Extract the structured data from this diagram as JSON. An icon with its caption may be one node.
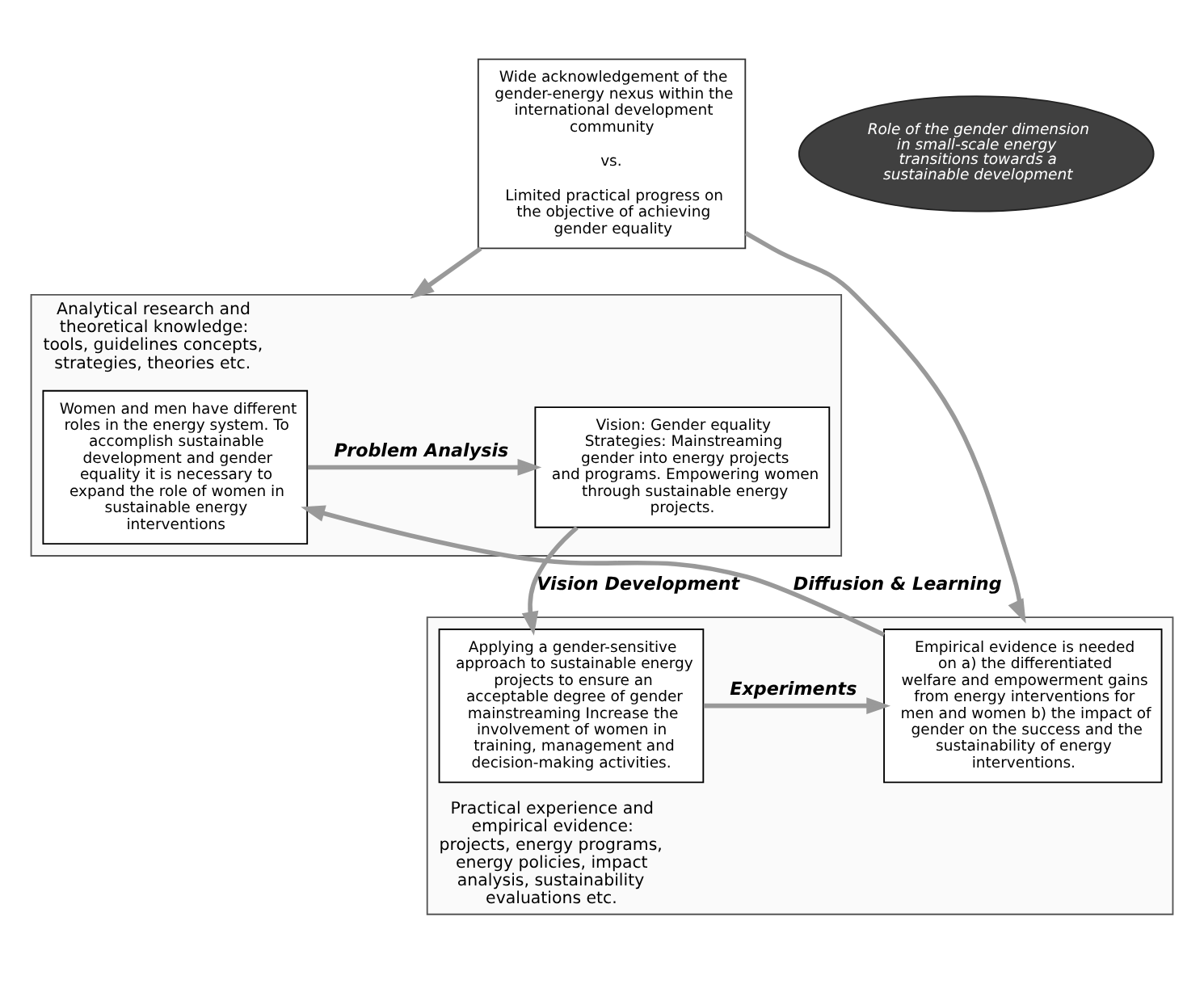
{
  "diagram": {
    "nodes": [
      {
        "text": [
          "Analytical research and theoretical knowledge: tools, guidelines concepts, strategies, theories etc."
        ]
      },
      {
        "text": [
          "Practical experience and empirical evidence: projects, energy programs, energy policies, impact analysis, sustainability evaluations etc."
        ]
      },
      {
        "text": [
          "Wide acknowledgement of the gender-energy nexus within the international development community",
          "vs.",
          "Limited practical progress on the objective of achieving gender equality"
        ]
      },
      {
        "text": [
          "Women and men have different roles in the energy system. To accomplish sustainable development and gender equality it is necessary to expand the role of women in sustainable energy interventions"
        ],
        "in": 0
      },
      {
        "text": [
          "Vision: Gender equality Strategies: Mainstreaming gender into energy projects and programs. Empowering women through sustainable energy projects."
        ],
        "in": 0
      },
      {
        "text": [
          "Empirical evidence is needed on a) the differentiated welfare and empowerment gains from energy interventions for men and women b) the impact of gender on the success and the sustainability of energy interventions."
        ],
        "in": 1
      },
      {
        "text": [
          "Applying a gender-sensitive approach to sustainable energy projects to ensure an acceptable degree of gender mainstreaming Increase the involvement of women in training, management and decision-making activities."
        ],
        "in": 1
      },
      {
        "text": [
          "Role of the gender dimension in small-scale energy transitions towards a sustainable development"
        ]
      }
    ],
    "edges": [
      {
        "from": 3,
        "to": 4,
        "arrow": "to",
        "label": "Problem Analysis"
      },
      {
        "from": 4,
        "to": 6,
        "arrow": "to",
        "label": "Vision Development"
      },
      {
        "from": 6,
        "to": 5,
        "arrow": "to",
        "label": "Experiments"
      },
      {
        "from": 5,
        "to": 3,
        "arrow": "to",
        "label": "Diffusion & Learning"
      },
      {
        "from": 2,
        "to": 0,
        "arrow": "to"
      },
      {
        "from": 2,
        "to": 1,
        "arrow": "to"
      }
    ]
  }
}
